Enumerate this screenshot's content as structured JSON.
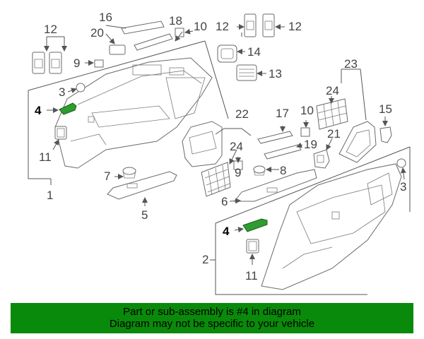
{
  "callouts": {
    "c1": "1",
    "c2": "2",
    "c3a": "3",
    "c3b": "3",
    "c4a": "4",
    "c4b": "4",
    "c5": "5",
    "c6": "6",
    "c7": "7",
    "c8": "8",
    "c9a": "9",
    "c9b": "9",
    "c10a": "10",
    "c10b": "10",
    "c11a": "11",
    "c11b": "11",
    "c12a": "12",
    "c12b": "12",
    "c12c": "12",
    "c13": "13",
    "c14": "14",
    "c15": "15",
    "c16": "16",
    "c17": "17",
    "c18": "18",
    "c19": "19",
    "c20": "20",
    "c21": "21",
    "c22": "22",
    "c23": "23",
    "c24a": "24",
    "c24b": "24"
  },
  "highlight_color": "#2f9c2f",
  "banner": {
    "line1": "Part or sub-assembly is #4 in diagram",
    "line2": "Diagram may not be specific to your vehicle",
    "color": "#0a8a0a"
  }
}
